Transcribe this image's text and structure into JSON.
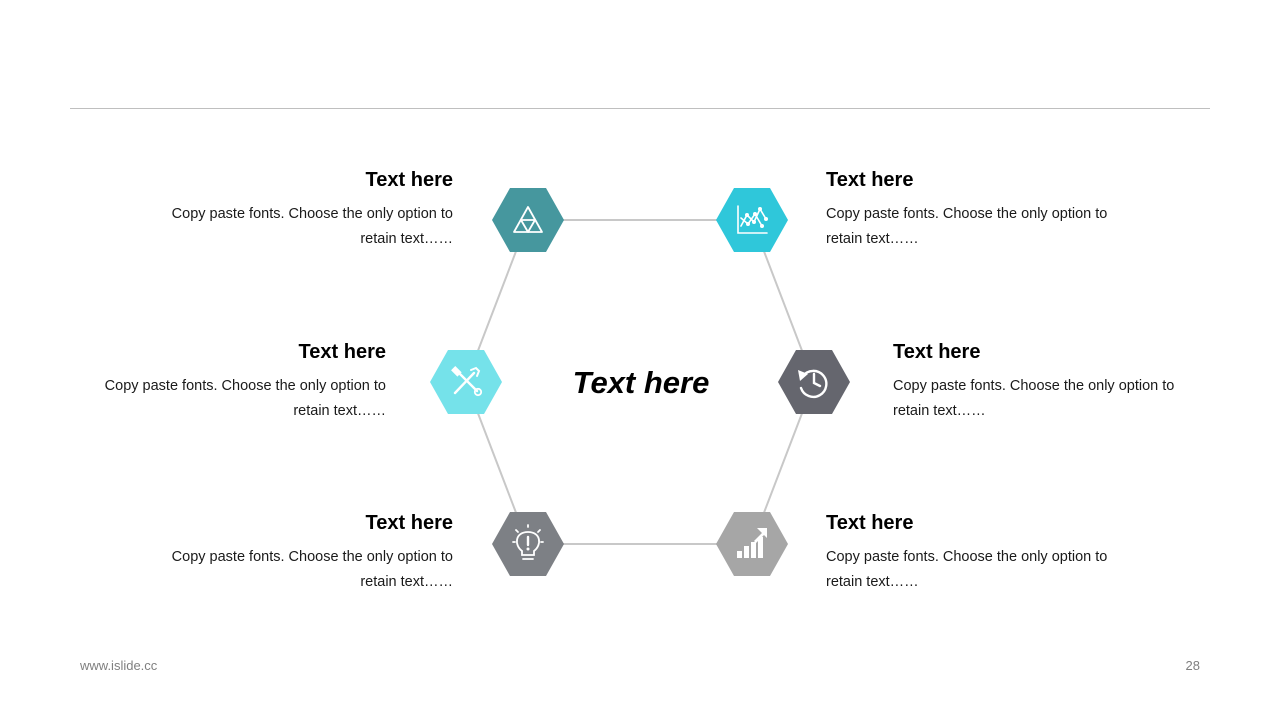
{
  "center": {
    "title": "Text here"
  },
  "nodes": [
    {
      "id": "top-left",
      "title": "Text here",
      "body": "Copy paste fonts. Choose the only option to retain text……",
      "color": "#46979e",
      "icon": "triangle-icon"
    },
    {
      "id": "top-right",
      "title": "Text here",
      "body": "Copy paste fonts. Choose the only option to retain text……",
      "color": "#2fc7da",
      "icon": "line-chart-icon"
    },
    {
      "id": "mid-left",
      "title": "Text here",
      "body": "Copy paste fonts. Choose the only option to retain text……",
      "color": "#75e2ea",
      "icon": "tools-icon"
    },
    {
      "id": "mid-right",
      "title": "Text here",
      "body": "Copy paste fonts. Choose the only option to retain text……",
      "color": "#65666e",
      "icon": "history-icon"
    },
    {
      "id": "bottom-left",
      "title": "Text here",
      "body": "Copy paste fonts. Choose the only option to retain text……",
      "color": "#7d8085",
      "icon": "lightbulb-icon"
    },
    {
      "id": "bottom-right",
      "title": "Text here",
      "body": "Copy paste fonts. Choose the only option to retain text……",
      "color": "#a6a6a6",
      "icon": "bar-growth-icon"
    }
  ],
  "footer": {
    "website": "www.islide.cc",
    "page_number": "28"
  }
}
